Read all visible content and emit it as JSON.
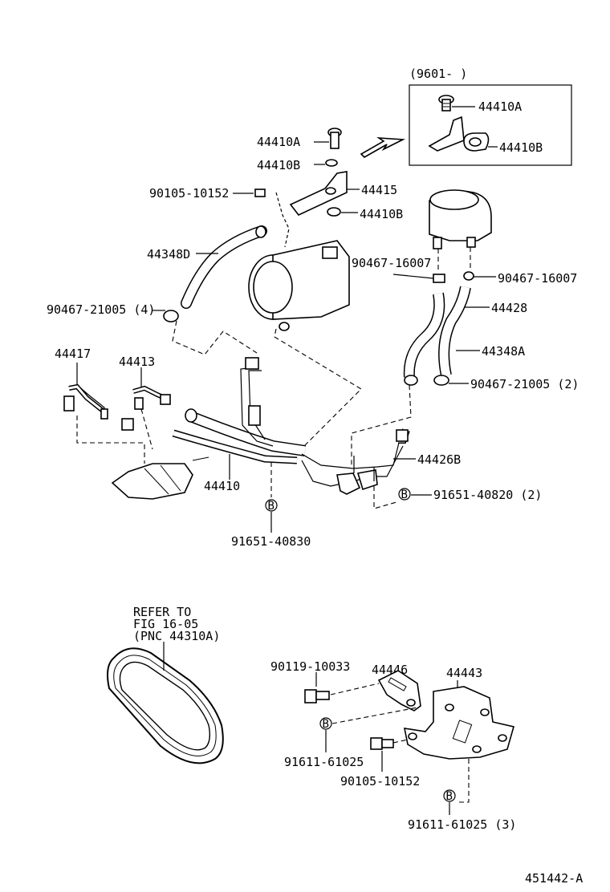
{
  "inset": {
    "date_range": "(9601-        )",
    "bolt": "44410A",
    "clip": "44410B"
  },
  "labels": {
    "l44410A": "44410A",
    "l44410B_top": "44410B",
    "l90105_top": "90105-10152",
    "l44415": "44415",
    "l44410B_mid": "44410B",
    "l44348D": "44348D",
    "l90467_16007_a": "90467-16007",
    "l90467_16007_b": "90467-16007",
    "l44428": "44428",
    "l90467_21005_4": "90467-21005 (4)",
    "l44348A": "44348A",
    "l44417": "44417",
    "l44413": "44413",
    "l90467_21005_2": "90467-21005 (2)",
    "l44426B": "44426B",
    "l44410": "44410",
    "l91651_40820": "91651-40820 (2)",
    "l91651_40830": "91651-40830",
    "refer1": "REFER TO",
    "refer2": "FIG 16-05",
    "refer3": "(PNC 44310A)",
    "l44446": "44446",
    "l90119": "90119-10033",
    "l44443": "44443",
    "l91611_a": "91611-61025",
    "l90105_bot": "90105-10152",
    "l91611_3": "91611-61025 (3)",
    "figure_id": "451442-A"
  },
  "marker": "B"
}
